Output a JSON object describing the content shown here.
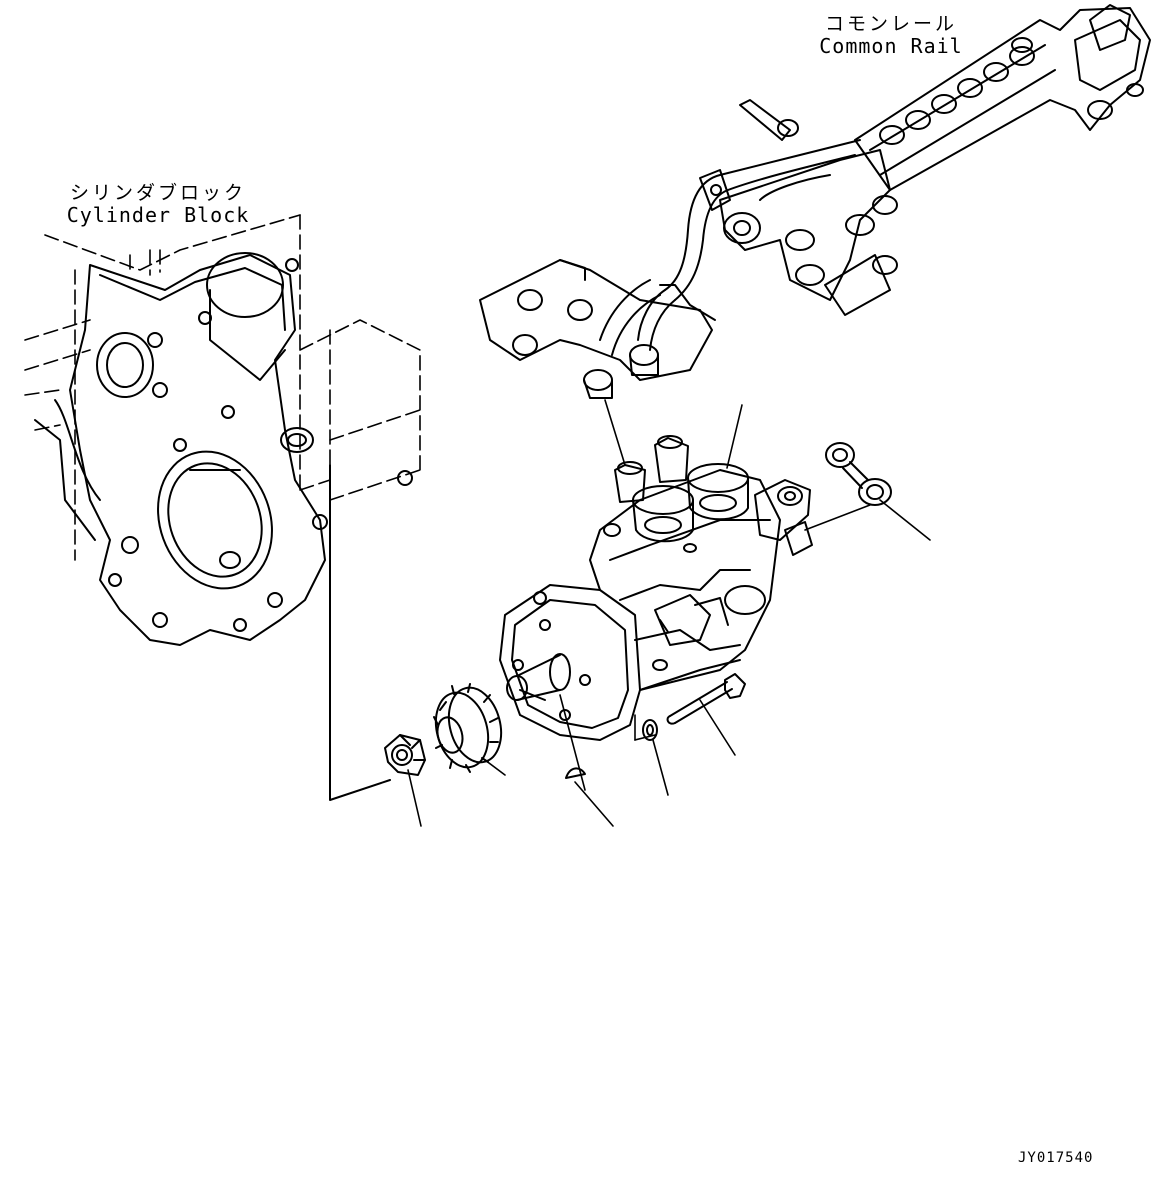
{
  "labels": {
    "common_rail": {
      "jp": "コモンレール",
      "en": "Common Rail"
    },
    "cylinder_block": {
      "jp": "シリンダブロック",
      "en": "Cylinder Block"
    }
  },
  "drawing_code": "JY017540",
  "colors": {
    "line": "#000000",
    "background": "#ffffff"
  },
  "parts": [
    "fuel-supply-pump",
    "eye-joint-bolt",
    "bolt",
    "washer",
    "woodruff-key",
    "drive-gear",
    "lock-nut"
  ]
}
